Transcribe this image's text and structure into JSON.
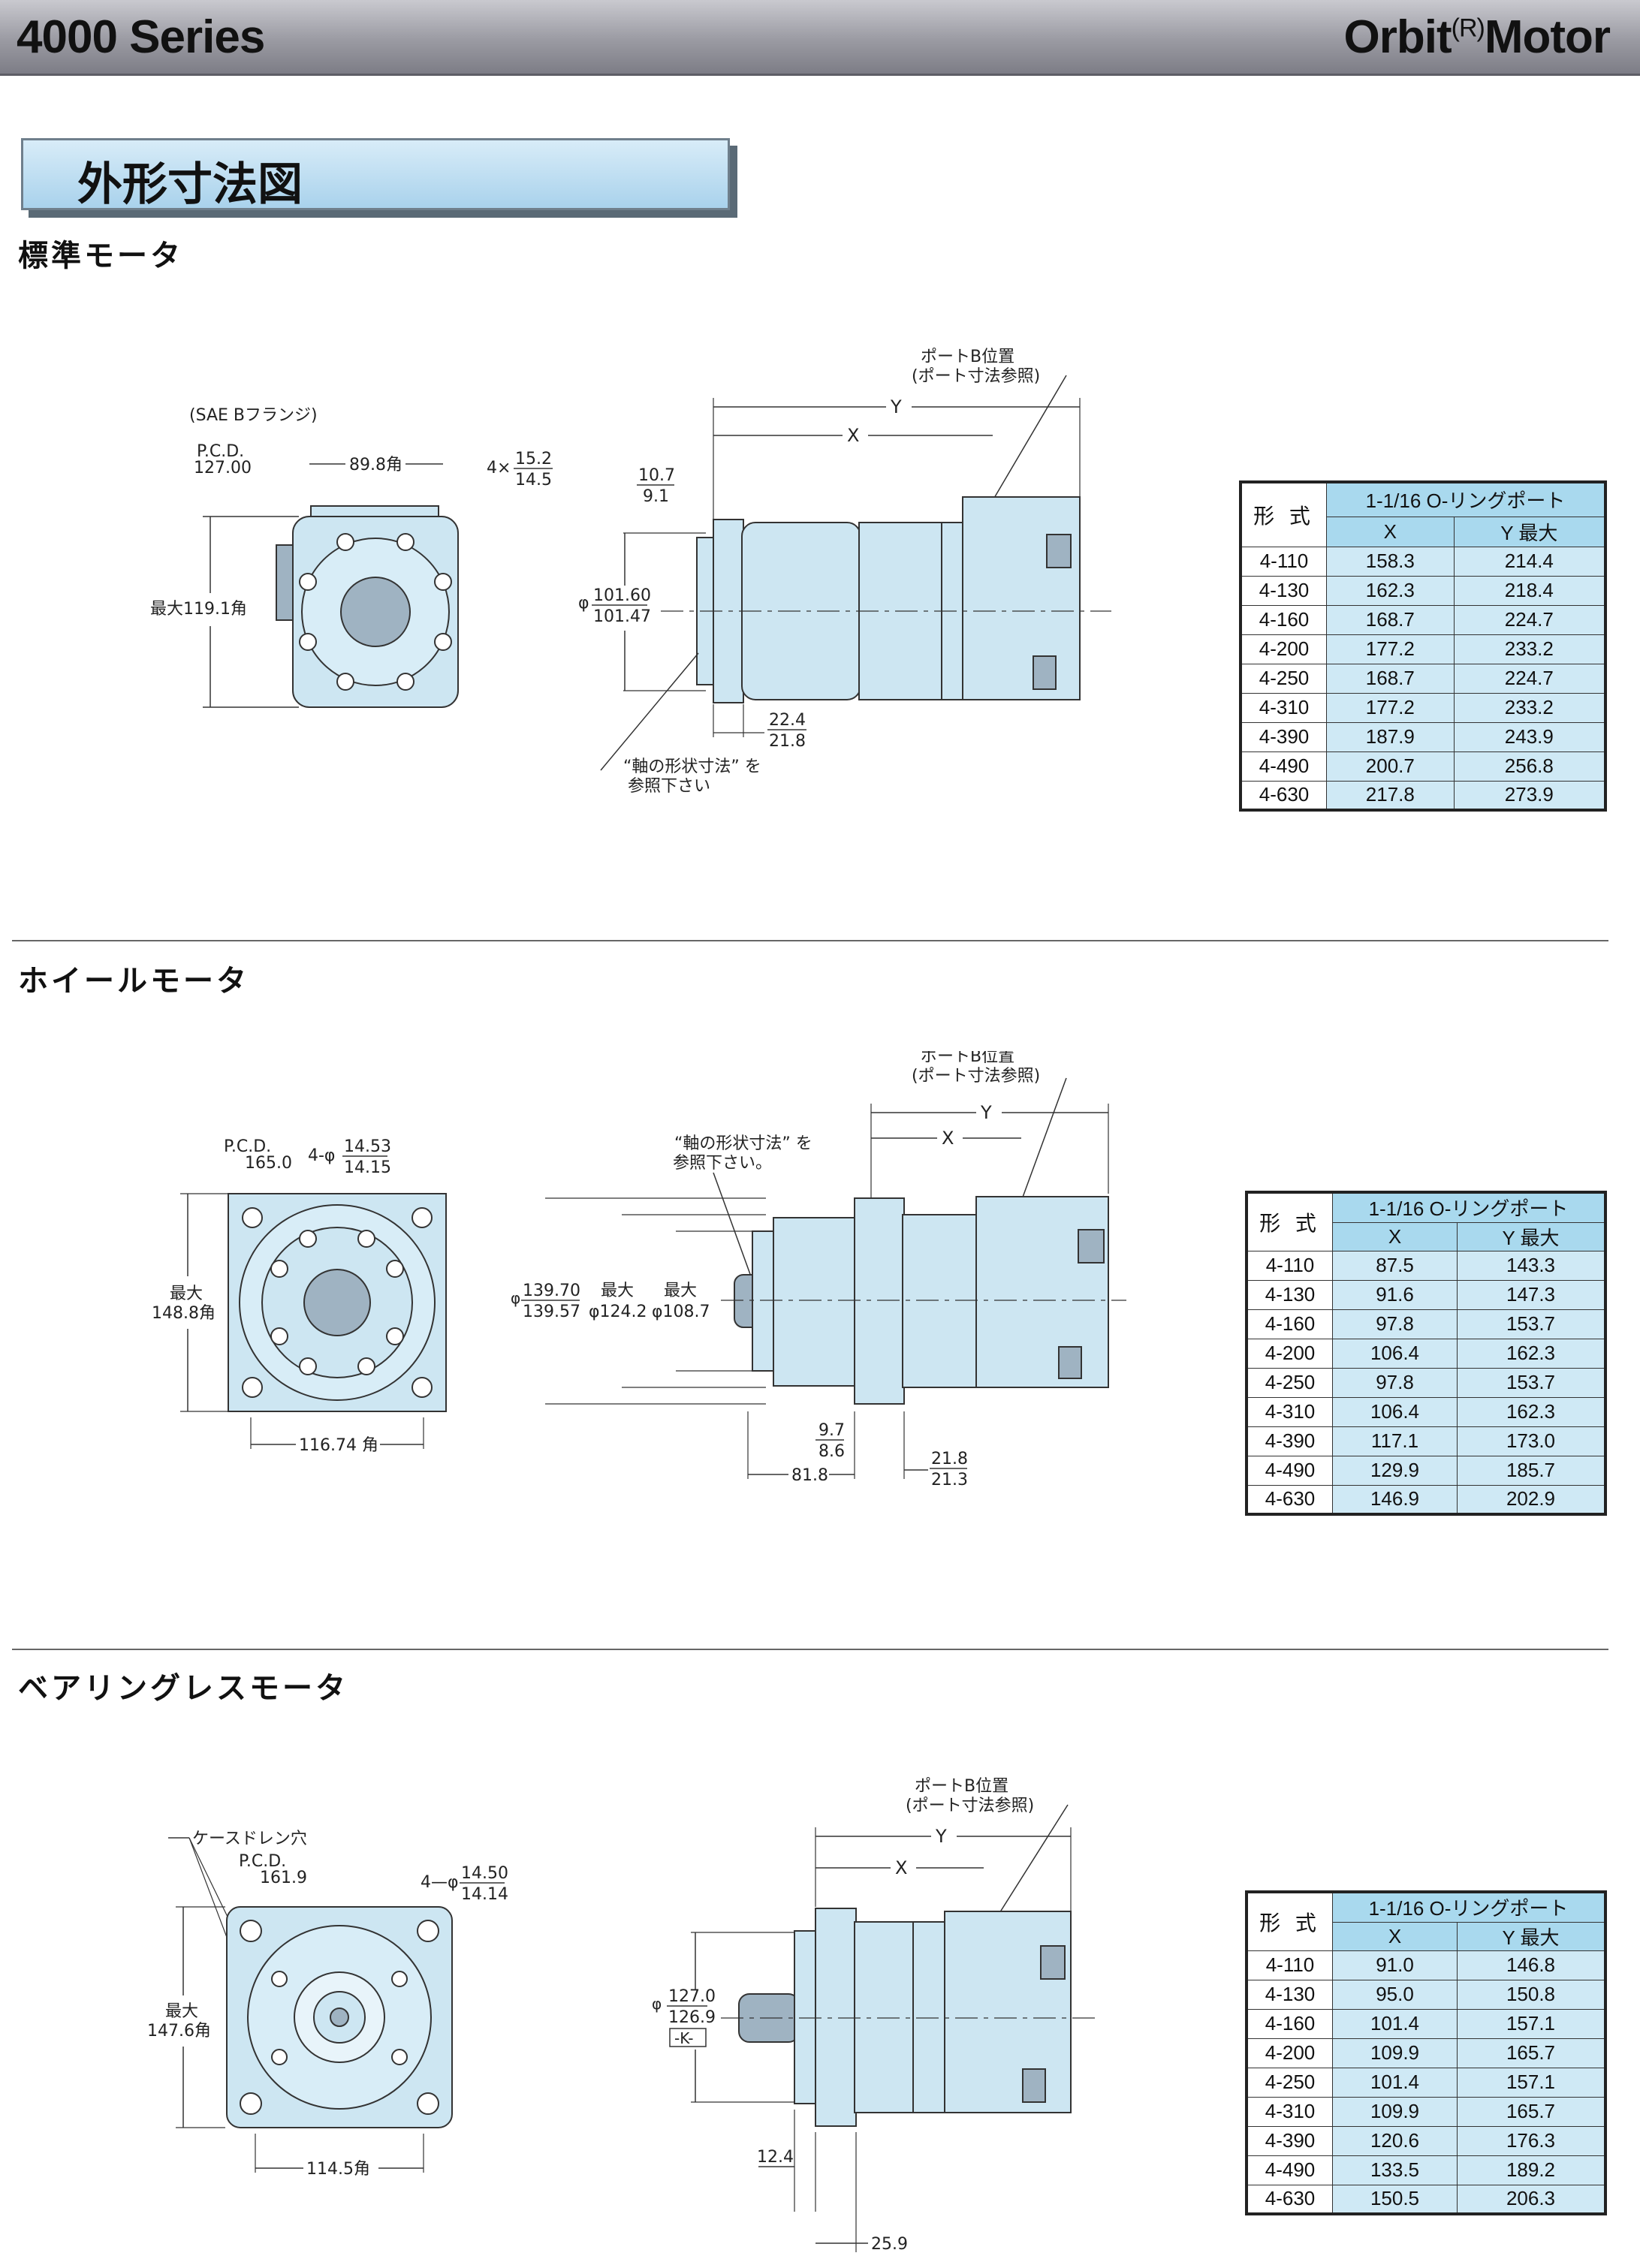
{
  "header": {
    "series": "4000 Series",
    "brand_left": "Orbit",
    "brand_reg": "R",
    "brand_right": "Motor"
  },
  "banner": {
    "title": "外形寸法図"
  },
  "colors": {
    "body_fill": "#cde6f2",
    "table_header": "#a9d9ee",
    "table_cell": "#cfe9f5",
    "header_bar": "#8c8c94"
  },
  "sections": [
    {
      "title": "標準モータ",
      "front": {
        "flange_note": "(SAE Bフランジ)",
        "pcd_label": "P.C.D.",
        "pcd_value": "127.00",
        "width_label": "89.8角",
        "hole_prefix": "4×",
        "hole_upper": "15.2",
        "hole_lower": "14.5",
        "height_label": "最大119.1角"
      },
      "side": {
        "port_label_1": "ポートB位置",
        "port_label_2": "(ポート寸法参照)",
        "y_label": "Y",
        "x_label": "X",
        "offset_upper": "10.7",
        "offset_lower": "9.1",
        "dia_prefix": "φ",
        "dia_upper": "101.60",
        "dia_lower": "101.47",
        "flange_upper": "22.4",
        "flange_lower": "21.8",
        "shaft_note_1": "“軸の形状寸法” を",
        "shaft_note_2": "参照下さい"
      },
      "table": {
        "col_model": "形 式",
        "col_port": "1-1/16 O-リングポート",
        "col_x": "X",
        "col_y": "Y 最大",
        "rows": [
          {
            "model": "4-110",
            "x": "158.3",
            "y": "214.4"
          },
          {
            "model": "4-130",
            "x": "162.3",
            "y": "218.4"
          },
          {
            "model": "4-160",
            "x": "168.7",
            "y": "224.7"
          },
          {
            "model": "4-200",
            "x": "177.2",
            "y": "233.2"
          },
          {
            "model": "4-250",
            "x": "168.7",
            "y": "224.7"
          },
          {
            "model": "4-310",
            "x": "177.2",
            "y": "233.2"
          },
          {
            "model": "4-390",
            "x": "187.9",
            "y": "243.9"
          },
          {
            "model": "4-490",
            "x": "200.7",
            "y": "256.8"
          },
          {
            "model": "4-630",
            "x": "217.8",
            "y": "273.9"
          }
        ]
      }
    },
    {
      "title": "ホイールモータ",
      "front": {
        "pcd_label": "P.C.D.",
        "pcd_value": "165.0",
        "hole_prefix": "4-φ",
        "hole_upper": "14.53",
        "hole_lower": "14.15",
        "height_label_1": "最大",
        "height_label_2": "148.8角",
        "width_label": "116.74 角"
      },
      "side": {
        "port_label_1": "ポートB位置",
        "port_label_2": "(ポート寸法参照)",
        "y_label": "Y",
        "x_label": "X",
        "shaft_note_1": "“軸の形状寸法” を",
        "shaft_note_2": "参照下さい。",
        "dia1_upper": "139.70",
        "dia1_lower": "139.57",
        "dia2_label": "最大",
        "dia2_value": "φ124.2",
        "dia3_label": "最大",
        "dia3_value": "φ108.7",
        "d1_upper": "9.7",
        "d1_lower": "8.6",
        "d2_value": "81.8",
        "d3_upper": "21.8",
        "d3_lower": "21.3"
      },
      "table": {
        "col_model": "形 式",
        "col_port": "1-1/16 O-リングポート",
        "col_x": "X",
        "col_y": "Y 最大",
        "rows": [
          {
            "model": "4-110",
            "x": "87.5",
            "y": "143.3"
          },
          {
            "model": "4-130",
            "x": "91.6",
            "y": "147.3"
          },
          {
            "model": "4-160",
            "x": "97.8",
            "y": "153.7"
          },
          {
            "model": "4-200",
            "x": "106.4",
            "y": "162.3"
          },
          {
            "model": "4-250",
            "x": "97.8",
            "y": "153.7"
          },
          {
            "model": "4-310",
            "x": "106.4",
            "y": "162.3"
          },
          {
            "model": "4-390",
            "x": "117.1",
            "y": "173.0"
          },
          {
            "model": "4-490",
            "x": "129.9",
            "y": "185.7"
          },
          {
            "model": "4-630",
            "x": "146.9",
            "y": "202.9"
          }
        ]
      }
    },
    {
      "title": "ベアリングレスモータ",
      "front": {
        "drain_label": "ケースドレン穴",
        "pcd_label": "P.C.D.",
        "pcd_value": "161.9",
        "hole_prefix": "4—φ",
        "hole_upper": "14.50",
        "hole_lower": "14.14",
        "height_label_1": "最大",
        "height_label_2": "147.6角",
        "width_label": "114.5角"
      },
      "side": {
        "port_label_1": "ポートB位置",
        "port_label_2": "(ポート寸法参照)",
        "y_label": "Y",
        "x_label": "X",
        "dia_prefix": "φ",
        "dia_upper": "127.0",
        "dia_lower": "126.9",
        "datum": "-K-",
        "d1_value": "12.4",
        "d2_value": "25.9"
      },
      "table": {
        "col_model": "形 式",
        "col_port": "1-1/16 O-リングポート",
        "col_x": "X",
        "col_y": "Y 最大",
        "rows": [
          {
            "model": "4-110",
            "x": "91.0",
            "y": "146.8"
          },
          {
            "model": "4-130",
            "x": "95.0",
            "y": "150.8"
          },
          {
            "model": "4-160",
            "x": "101.4",
            "y": "157.1"
          },
          {
            "model": "4-200",
            "x": "109.9",
            "y": "165.7"
          },
          {
            "model": "4-250",
            "x": "101.4",
            "y": "157.1"
          },
          {
            "model": "4-310",
            "x": "109.9",
            "y": "165.7"
          },
          {
            "model": "4-390",
            "x": "120.6",
            "y": "176.3"
          },
          {
            "model": "4-490",
            "x": "133.5",
            "y": "189.2"
          },
          {
            "model": "4-630",
            "x": "150.5",
            "y": "206.3"
          }
        ]
      }
    }
  ]
}
